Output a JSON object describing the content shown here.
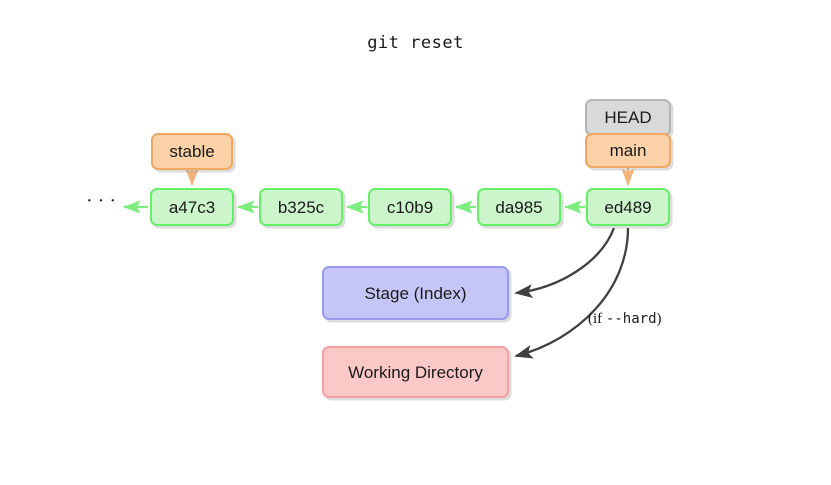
{
  "title": "git reset",
  "background": "#ffffff",
  "palette": {
    "commit_fill": "#ccf5cc",
    "commit_border": "#66ee66",
    "branch_fill": "#fbd2a8",
    "branch_border": "#f0a860",
    "head_fill": "#d9d9d9",
    "head_border": "#b4b4b4",
    "stage_fill": "#c5c5f7",
    "stage_border": "#9a9aee",
    "working_fill": "#fbc8c8",
    "working_border": "#f4a0a0",
    "arrow_dark": "#404040",
    "text": "#1a1a1a"
  },
  "history": {
    "ellipsis": "···",
    "commits": [
      {
        "label": "a47c3"
      },
      {
        "label": "b325c"
      },
      {
        "label": "c10b9"
      },
      {
        "label": "da985"
      },
      {
        "label": "ed489"
      }
    ]
  },
  "refs": {
    "stable": "stable",
    "head": "HEAD",
    "main": "main"
  },
  "areas": {
    "stage": "Stage (Index)",
    "working_directory": "Working Directory"
  },
  "annotations": {
    "hard_prefix": "(if ",
    "hard_flag": "--hard",
    "hard_suffix": ")"
  }
}
